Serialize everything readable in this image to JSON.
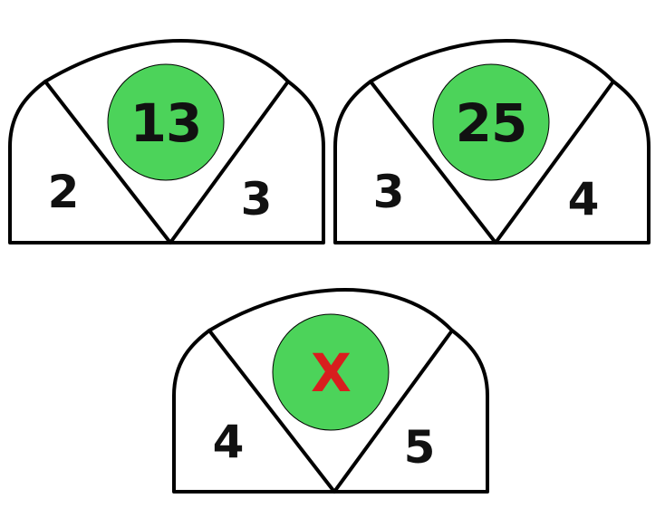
{
  "puzzle": {
    "colors": {
      "circle_fill": "#4CD35A",
      "text": "#111111",
      "unknown_text": "#D81E1E",
      "outline": "#000000"
    },
    "pieces": [
      {
        "left": "2",
        "center": "13",
        "right": "3"
      },
      {
        "left": "3",
        "center": "25",
        "right": "4"
      },
      {
        "left": "4",
        "center": "X",
        "right": "5"
      }
    ]
  }
}
